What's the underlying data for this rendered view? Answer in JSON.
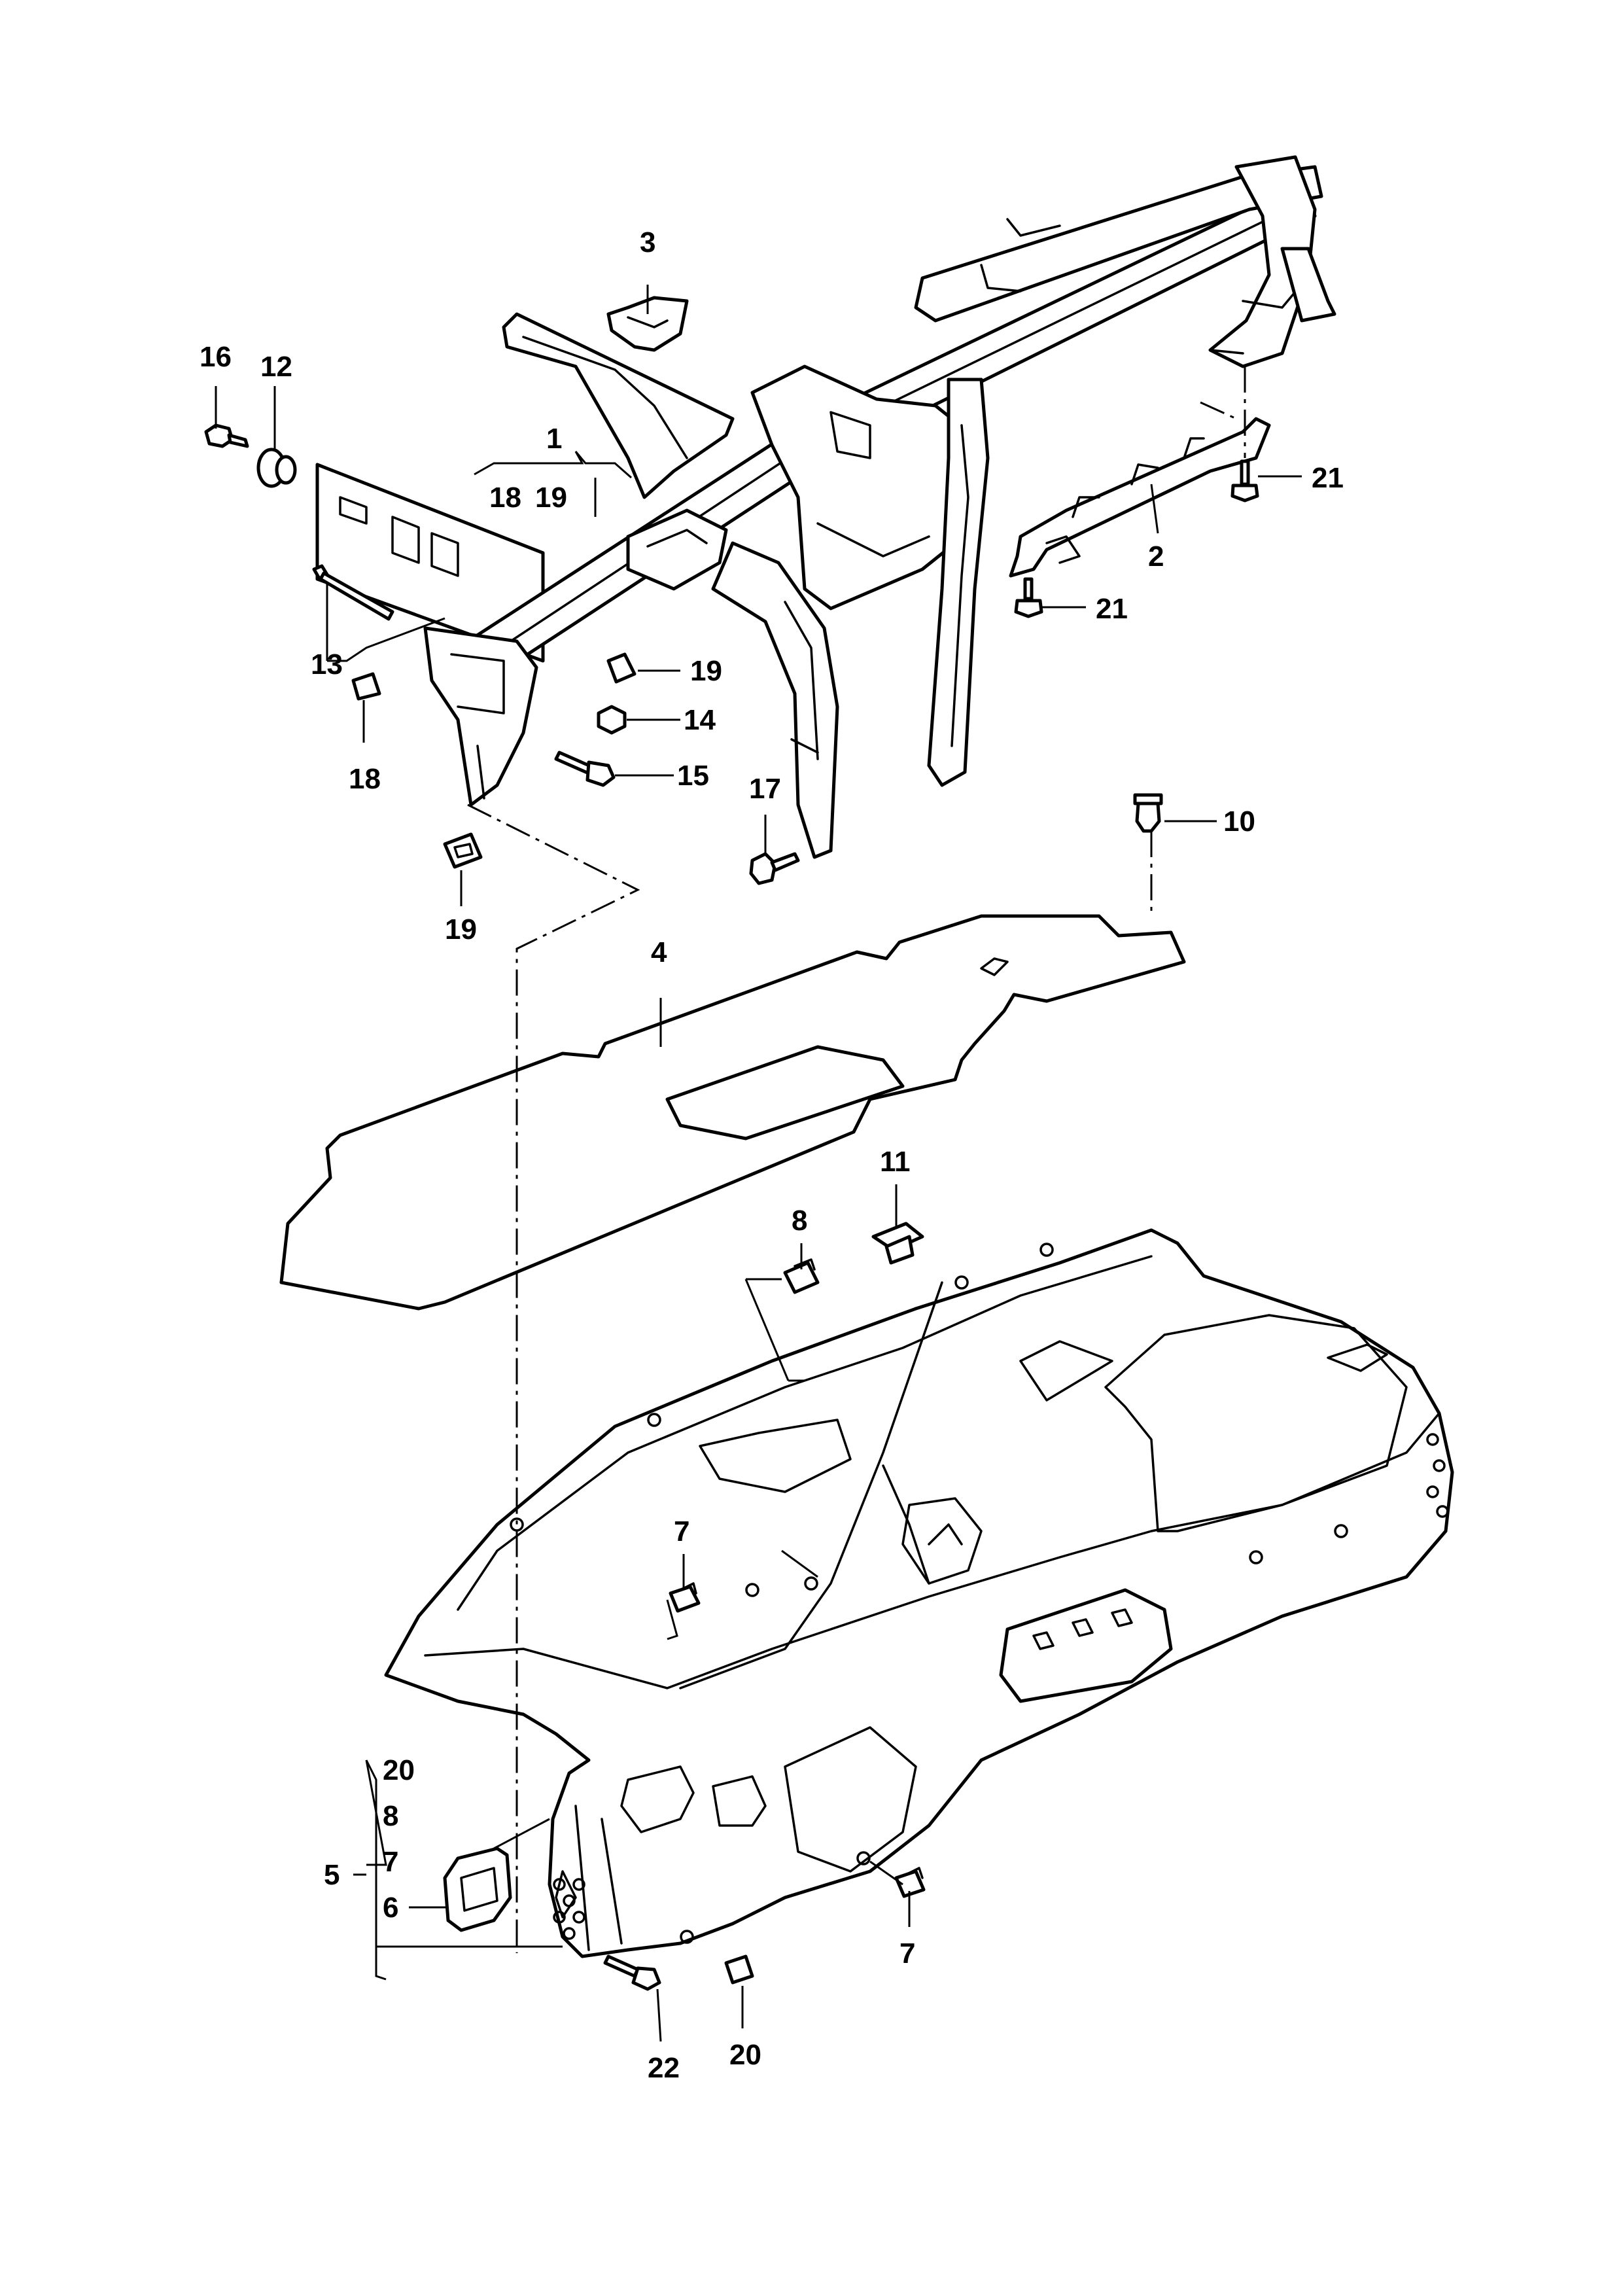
{
  "diagram": {
    "labels": {
      "l1": "1",
      "l1_sub18": "18",
      "l1_sub19": "19",
      "l2": "2",
      "l3": "3",
      "l4": "4",
      "l5": "5",
      "l5_sub20": "20",
      "l5_sub8": "8",
      "l5_sub7": "7",
      "l6": "6",
      "l7a": "7",
      "l7b": "7",
      "l8": "8",
      "l10": "10",
      "l11": "11",
      "l12": "12",
      "l13": "13",
      "l14": "14",
      "l15": "15",
      "l16": "16",
      "l17": "17",
      "l18": "18",
      "l19a": "19",
      "l19b": "19",
      "l20": "20",
      "l21a": "21",
      "l21b": "21",
      "l22": "22"
    }
  }
}
